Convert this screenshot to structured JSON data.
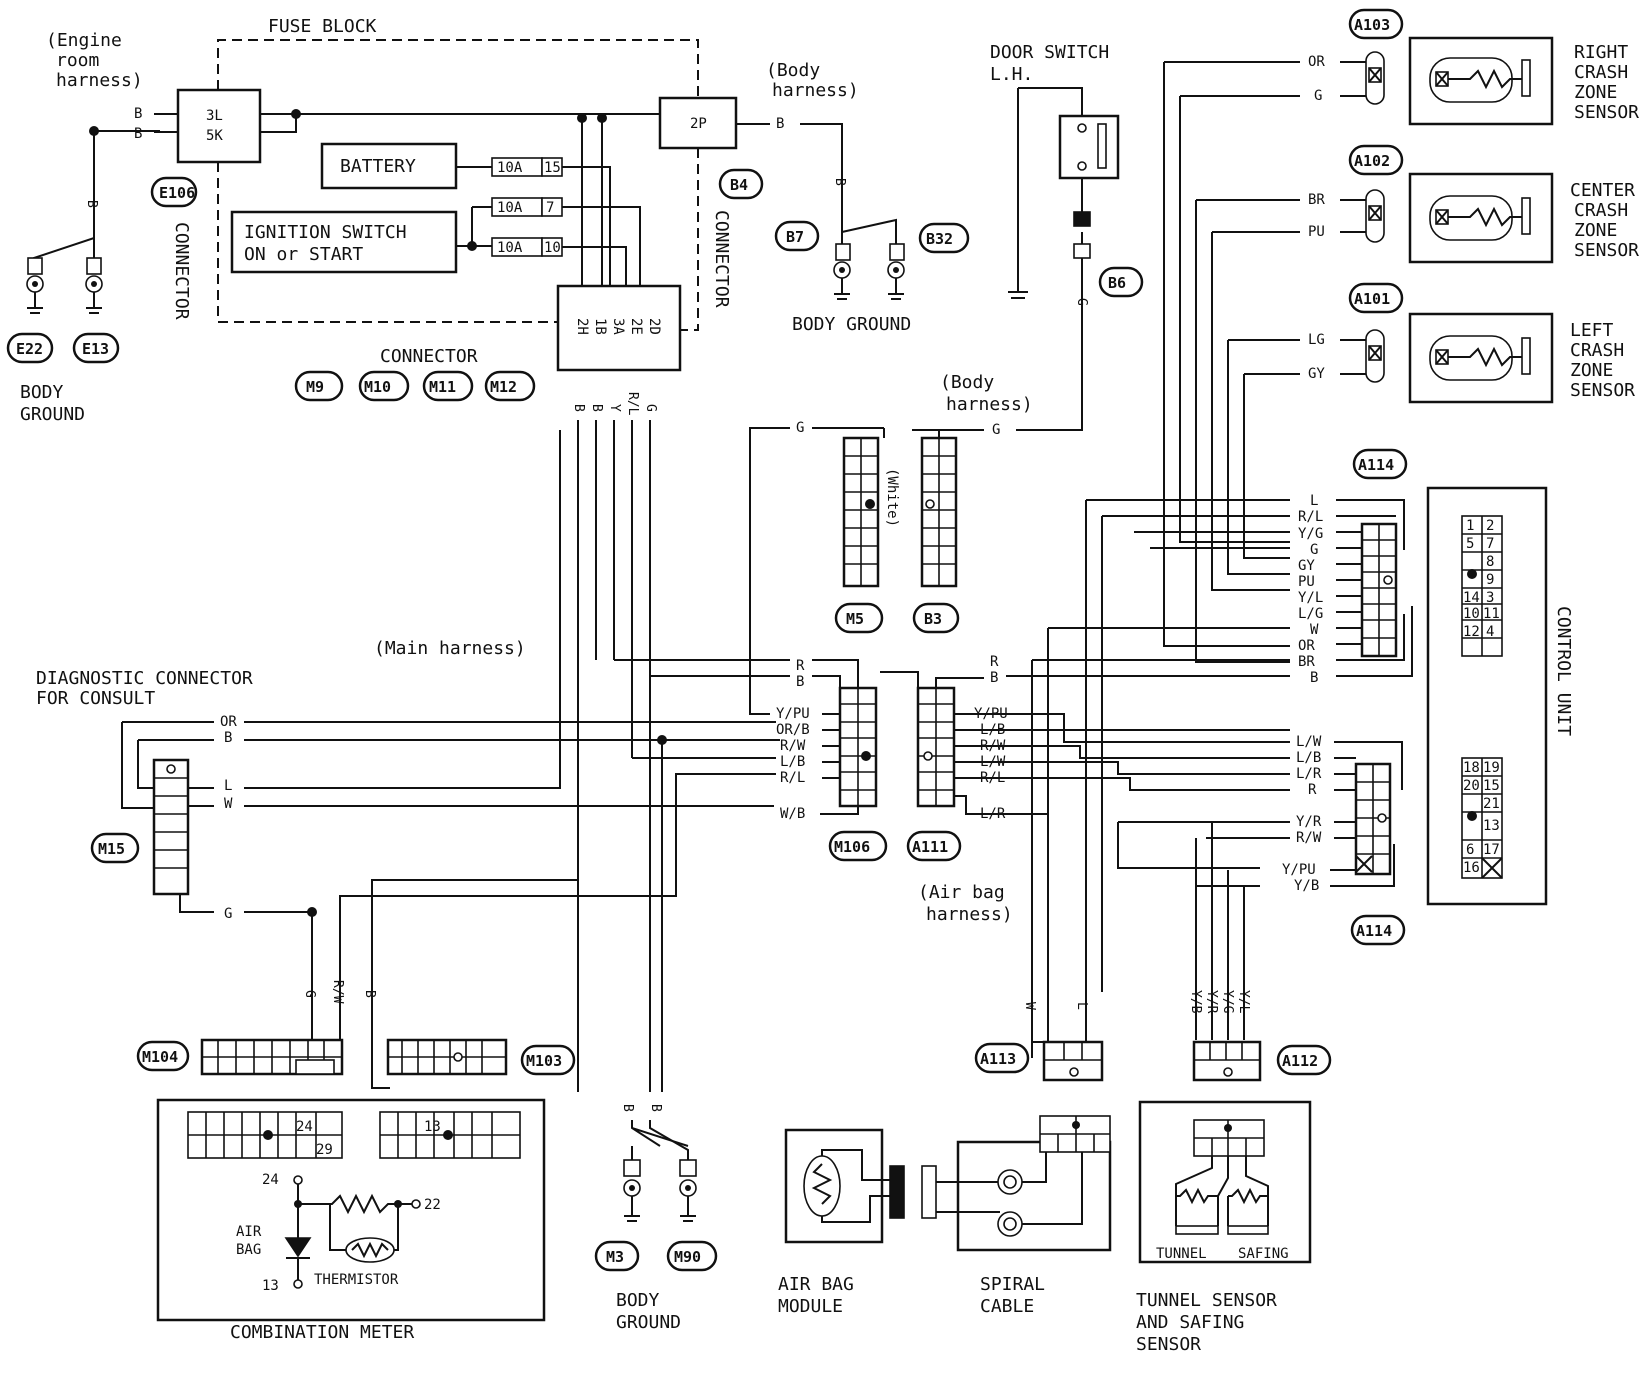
{
  "fuse_block": {
    "title": "FUSE BLOCK",
    "engine_harness": [
      "(Engine",
      "room",
      "harness)"
    ],
    "conn_3l": "3L",
    "conn_5k": "5K",
    "conn_2p": "2P",
    "e106": "E106",
    "b4": "B4",
    "connector_left": "CONNECTOR",
    "connector_right": "CONNECTOR",
    "connector_bottom": "CONNECTOR",
    "battery": "BATTERY",
    "ignition": [
      "IGNITION SWITCH",
      "ON or START"
    ],
    "fuses": [
      {
        "amp": "10A",
        "num": "15"
      },
      {
        "amp": "10A",
        "num": "7"
      },
      {
        "amp": "10A",
        "num": "10"
      }
    ],
    "pins": [
      "2H",
      "1B",
      "3A",
      "2E",
      "2D"
    ],
    "m_connectors": [
      "M9",
      "M10",
      "M11",
      "M12"
    ],
    "pin_wires": [
      "B",
      "B",
      "Y",
      "R/L",
      "G"
    ]
  },
  "grounds_left": {
    "wire": [
      "B",
      "B",
      "B"
    ],
    "tags": [
      "E22",
      "E13"
    ],
    "label": [
      "BODY",
      "GROUND"
    ]
  },
  "body_ground_b": {
    "harness": [
      "(Body",
      "harness)"
    ],
    "wire": "B",
    "wire_v": "B",
    "tags": [
      "B7",
      "B32"
    ],
    "label": "BODY GROUND"
  },
  "door_switch": {
    "label": [
      "DOOR SWITCH",
      "L.H."
    ],
    "tag": "B6",
    "wire": "G",
    "harness": [
      "(Body",
      "harness)"
    ],
    "wire_h": "G"
  },
  "m5_b3": {
    "wire": "G",
    "white": "(White)",
    "tags": [
      "M5",
      "B3"
    ]
  },
  "main_harness": "(Main harness)",
  "m106": {
    "tag": "M106",
    "wires": [
      "R",
      "B",
      "Y/PU",
      "OR/B",
      "R/W",
      "L/B",
      "R/L",
      "W/B"
    ]
  },
  "a111": {
    "tag": "A111",
    "wires": [
      "R",
      "B",
      "Y/PU",
      "L/B",
      "R/W",
      "L/W",
      "R/L",
      "L/R"
    ]
  },
  "airbag_harness": [
    "(Air bag",
    "harness)"
  ],
  "diagnostic": {
    "label": [
      "DIAGNOSTIC CONNECTOR",
      "FOR CONSULT"
    ],
    "tag": "M15",
    "wires": [
      "OR",
      "B",
      "L",
      "W",
      "G"
    ]
  },
  "combination_meter": {
    "label": "COMBINATION METER",
    "m104": "M104",
    "m103": "M103",
    "wires": [
      "G",
      "R/W",
      "B"
    ],
    "pin24": "24",
    "pin29": "29",
    "pin13": "13",
    "p24": "24",
    "p22": "22",
    "p13": "13",
    "airbag": [
      "AIR",
      "BAG"
    ],
    "thermistor": "THERMISTOR"
  },
  "ground_m3": {
    "wires": [
      "B",
      "B"
    ],
    "tags": [
      "M3",
      "M90"
    ],
    "label": [
      "BODY",
      "GROUND"
    ]
  },
  "sensors": [
    {
      "tag": "A103",
      "wires": [
        "OR",
        "G"
      ],
      "label": [
        "RIGHT",
        "CRASH",
        "ZONE",
        "SENSOR"
      ]
    },
    {
      "tag": "A102",
      "wires": [
        "BR",
        "PU"
      ],
      "label": [
        "CENTER",
        "CRASH",
        "ZONE",
        "SENSOR"
      ]
    },
    {
      "tag": "A101",
      "wires": [
        "LG",
        "GY"
      ],
      "label": [
        "LEFT",
        "CRASH",
        "ZONE",
        "SENSOR"
      ]
    }
  ],
  "a114_top": {
    "tag": "A114",
    "wires": [
      "L",
      "R/L",
      "Y/G",
      "G",
      "GY",
      "PU",
      "Y/L",
      "L/G",
      "W",
      "OR",
      "BR",
      "B"
    ]
  },
  "a114_bottom": {
    "tag": "A114",
    "wires": [
      "L/W",
      "L/B",
      "L/R",
      "R",
      "Y/R",
      "R/W",
      "Y/PU",
      "Y/B"
    ]
  },
  "control_unit": {
    "label": "CONTROL UNIT",
    "grid_top": [
      "1",
      "2",
      "5",
      "7",
      "8",
      "9",
      "14",
      "3",
      "10",
      "11",
      "12",
      "4"
    ],
    "grid_bottom": [
      "18",
      "19",
      "20",
      "15",
      "21",
      "13",
      "6",
      "17",
      "16"
    ]
  },
  "a113": {
    "tag": "A113",
    "wires": [
      "W",
      "L"
    ]
  },
  "a112": {
    "tag": "A112",
    "wires": [
      "Y/B",
      "Y/R",
      "Y/G",
      "Y/L"
    ]
  },
  "airbag_module": [
    "AIR BAG",
    "MODULE"
  ],
  "spiral_cable": [
    "SPIRAL",
    "CABLE"
  ],
  "tunnel": {
    "inner": [
      "TUNNEL",
      "SAFING"
    ],
    "label": [
      "TUNNEL SENSOR",
      "AND SAFING",
      "SENSOR"
    ]
  }
}
